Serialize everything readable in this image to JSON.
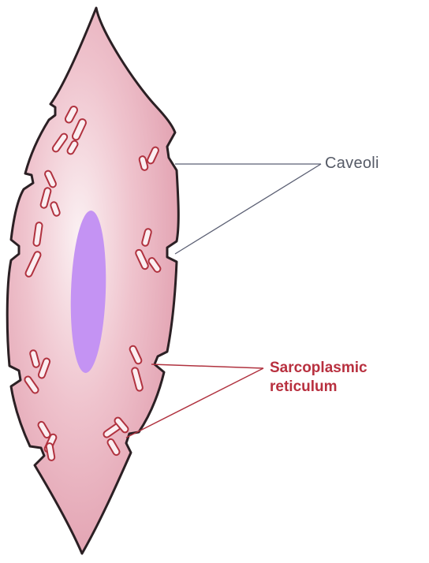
{
  "labels": {
    "caveoli": "Caveoli",
    "sarcoplasmic_line1": "Sarcoplasmic",
    "sarcoplasmic_line2": "reticulum"
  },
  "colors": {
    "cell_fill": "#e7a9b7",
    "cell_outline": "#2b2024",
    "nucleus": "#c493f3",
    "reticulum_stroke": "#b0323f",
    "caveoli_leader": "#5b5f73",
    "sr_leader": "#b0323f"
  }
}
